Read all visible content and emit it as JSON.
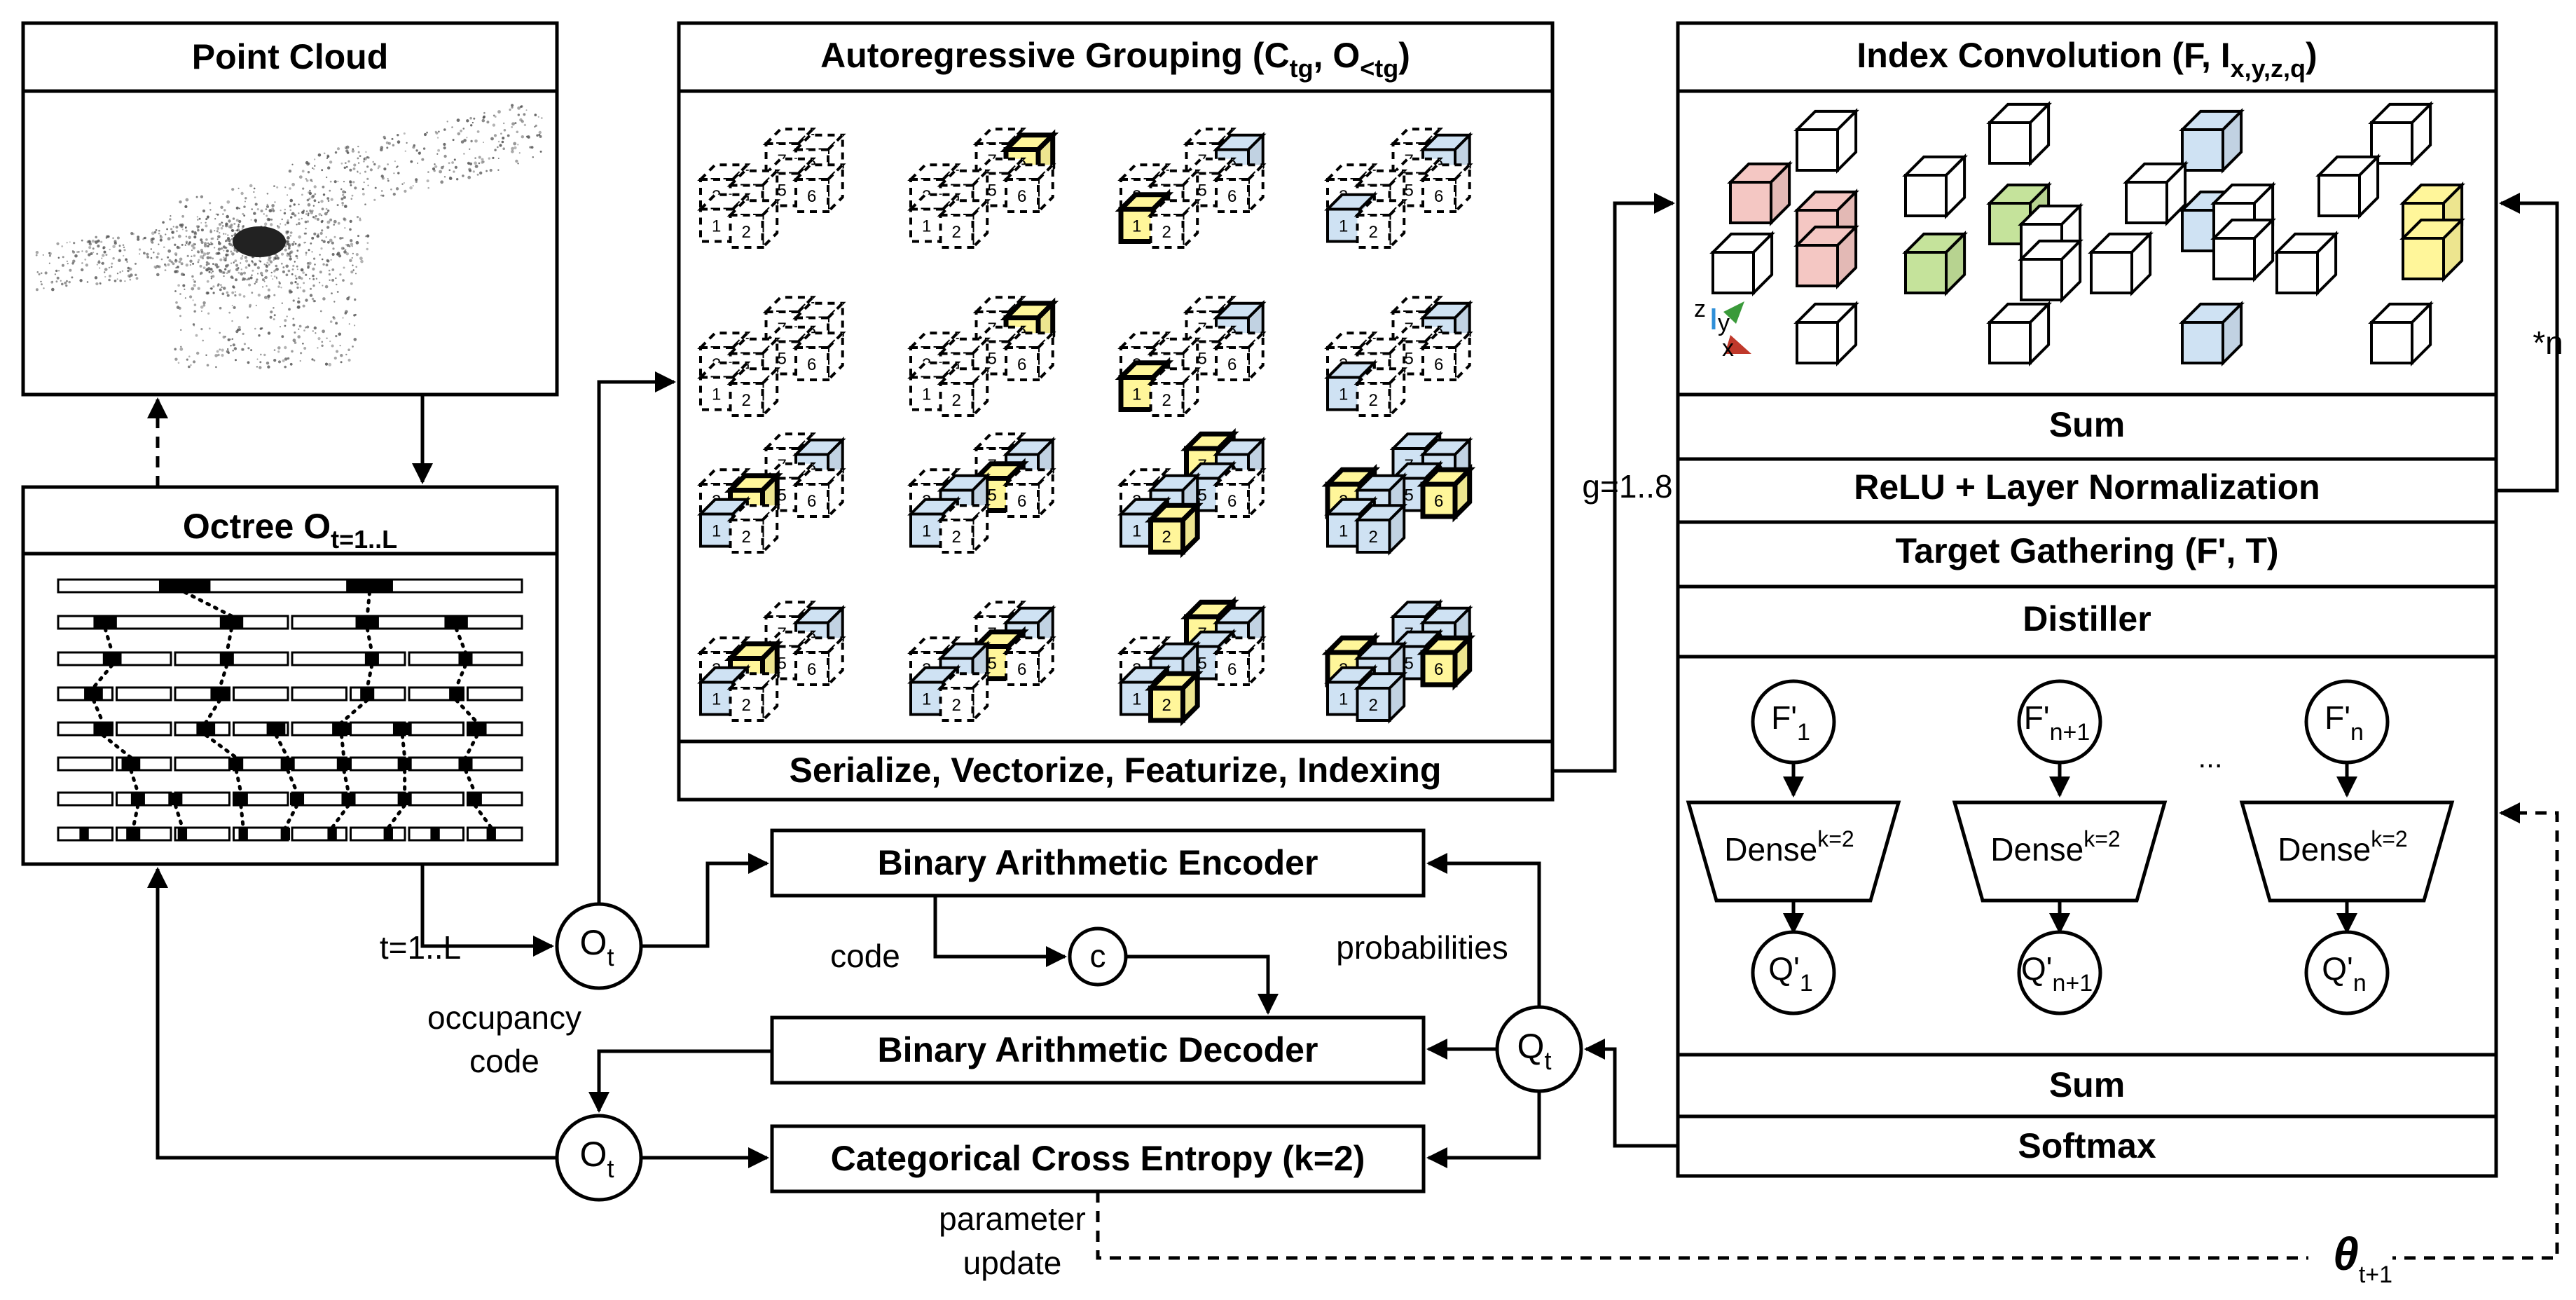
{
  "point_cloud": {
    "title": "Point Cloud"
  },
  "octree": {
    "title": "Octree O",
    "title_sub": "t=1..L"
  },
  "grouping": {
    "title": "Autoregressive Grouping (C",
    "title_sub1": "tg",
    "title_mid": ", O",
    "title_sub2": "<tg",
    "title_end": ")",
    "footer": "Serialize, Vectorize, Featurize, Indexing"
  },
  "index_conv": {
    "title": "Index Convolution (F, I",
    "title_sub": "x,y,z,q",
    "title_end": ")",
    "axes": [
      "z",
      "y",
      "x"
    ]
  },
  "layers": {
    "sum1": "Sum",
    "relu": "ReLU + Layer Normalization",
    "gather": "Target Gathering (F', T)",
    "distiller": "Distiller",
    "sum2": "Sum",
    "softmax": "Softmax"
  },
  "distiller": {
    "inputs": [
      {
        "base": "F'",
        "sub": "1"
      },
      {
        "base": "F'",
        "sub": "n+1"
      },
      {
        "base": "F'",
        "sub": "n"
      }
    ],
    "dense": {
      "base": "Dense",
      "sup": "k=2"
    },
    "outputs": [
      {
        "base": "Q'",
        "sub": "1"
      },
      {
        "base": "Q'",
        "sub": "n+1"
      },
      {
        "base": "Q'",
        "sub": "n"
      }
    ],
    "ellipsis": "..."
  },
  "coding": {
    "encoder": "Binary Arithmetic Encoder",
    "decoder": "Binary Arithmetic Decoder",
    "cce": "Categorical Cross Entropy (k=2)",
    "code_label": "code",
    "c_node": "c",
    "probabilities": "probabilities",
    "occupancy_code": [
      "occupancy",
      "code"
    ],
    "parameter_update": [
      "parameter",
      "update"
    ],
    "t_range": "t=1..L",
    "g_range": "g=1..8",
    "repeat": "*n",
    "o_node": {
      "base": "O",
      "sub": "t"
    },
    "q_node": {
      "base": "Q",
      "sub": "t"
    },
    "theta": {
      "base": "θ",
      "sub": "t+1"
    }
  },
  "colors": {
    "blue": "#cfe2f3",
    "yellow": "#fff69a",
    "pink": "#f4c7c3",
    "green": "#c5e39b",
    "axis_z": "#2f8fd8",
    "axis_y": "#3a9a3a",
    "axis_x": "#c0392b"
  }
}
